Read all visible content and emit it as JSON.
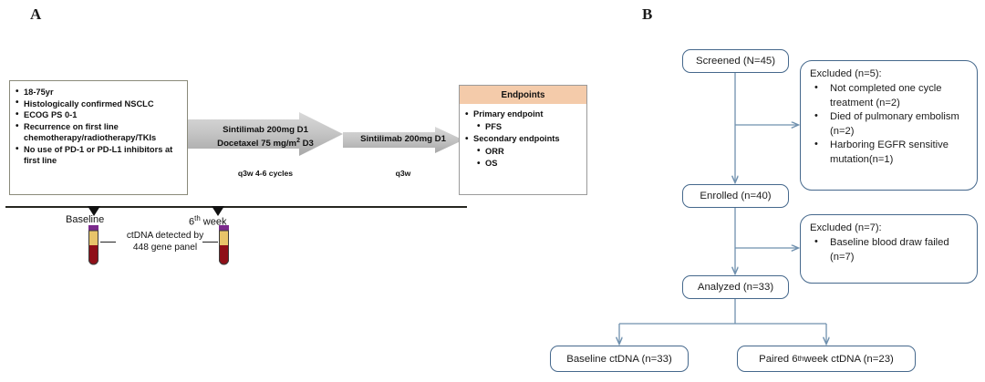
{
  "panels": {
    "a_label": "A",
    "b_label": "B"
  },
  "panel_a": {
    "criteria": [
      "18-75yr",
      "Histologically confirmed NSCLC",
      "ECOG PS 0-1",
      "Recurrence on first line chemotherapy/radiotherapy/TKIs",
      "No use of PD-1 or PD-L1 inhibitors at first line"
    ],
    "arrow1": {
      "line1": "Sintilimab 200mg D1",
      "line2_pre": "Docetaxel 75 mg/m",
      "line2_sup": "2",
      "line2_post": " D3",
      "schedule": "q3w 4-6 cycles"
    },
    "arrow2": {
      "line1": "Sintilimab 200mg D1",
      "schedule": "q3w"
    },
    "endpoints": {
      "header": "Endpoints",
      "items": [
        {
          "label": "Primary endpoint",
          "level": 0
        },
        {
          "label": "PFS",
          "level": 1
        },
        {
          "label": "Secondary endpoints",
          "level": 0
        },
        {
          "label": "ORR",
          "level": 1
        },
        {
          "label": "OS",
          "level": 1
        }
      ]
    },
    "timeline": {
      "baseline_label": "Baseline",
      "week6_label_pre": "6",
      "week6_label_sup": "th",
      "week6_label_post": " week",
      "ctdna_line1": "ctDNA detected by",
      "ctdna_line2": "448 gene panel"
    }
  },
  "panel_b": {
    "nodes": {
      "screened": "Screened (N=45)",
      "enrolled": "Enrolled (n=40)",
      "analyzed": "Analyzed (n=33)",
      "baseline_ctdna": "Baseline ctDNA (n=33)",
      "paired_ctdna_pre": "Paired 6",
      "paired_ctdna_sup": "th",
      "paired_ctdna_post": " week  ctDNA (n=23)"
    },
    "excluded_1": {
      "title": "Excluded (n=5):",
      "items": [
        "Not completed one cycle treatment (n=2)",
        "Died of pulmonary embolism (n=2)",
        "Harboring EGFR sensitive mutation(n=1)"
      ]
    },
    "excluded_2": {
      "title": "Excluded (n=7):",
      "items": [
        "Baseline blood draw failed (n=7)"
      ]
    }
  },
  "colors": {
    "flow_border": "#45688c",
    "endpoints_header": "#f4cbaa",
    "arrow_fill": "#c9c9c9",
    "timeline_axis": "#262620",
    "tube_cap": "#7b2a8c",
    "tube_plasma": "#e8c46a",
    "tube_blood": "#8f0f18"
  }
}
